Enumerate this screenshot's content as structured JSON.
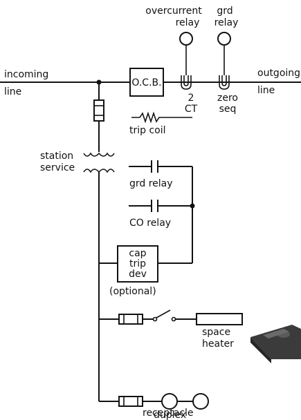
{
  "labels": {
    "overcurrent_1": "overcurrent",
    "overcurrent_2": "relay",
    "grd_top_1": "grd",
    "grd_top_2": "relay",
    "incoming_1": "incoming",
    "incoming_2": "line",
    "outgoing_1": "outgoing",
    "outgoing_2": "line",
    "ocb": "O.C.B.",
    "ct_1": "2",
    "ct_2": "CT",
    "zero_1": "zero",
    "zero_2": "seq",
    "trip_coil": "trip coil",
    "station_1": "station",
    "station_2": "service",
    "grd_relay": "grd relay",
    "co_relay": "CO relay",
    "cap_1": "cap",
    "cap_2": "trip",
    "cap_3": "dev",
    "optional": "(optional)",
    "space_1": "space",
    "space_2": "heater",
    "duplex_1": "duplex",
    "duplex_2": "receptacle"
  }
}
